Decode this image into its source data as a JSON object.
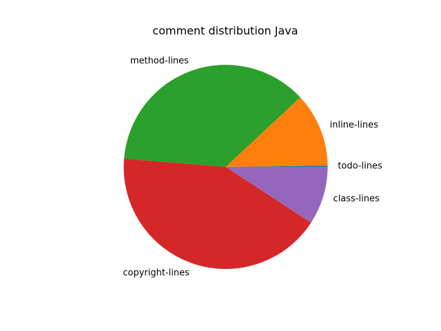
{
  "chart_data": {
    "type": "pie",
    "title": "comment distribution Java",
    "labels": [
      "todo-lines",
      "inline-lines",
      "method-lines",
      "copyright-lines",
      "class-lines"
    ],
    "values": [
      0.2,
      12,
      37.6,
      43,
      9.4
    ],
    "colors": [
      "#1f77b4",
      "#ff7f0e",
      "#2ca02c",
      "#d62728",
      "#9467bd"
    ],
    "start_angle": 0,
    "direction": "counterclockwise",
    "legend": "none"
  }
}
